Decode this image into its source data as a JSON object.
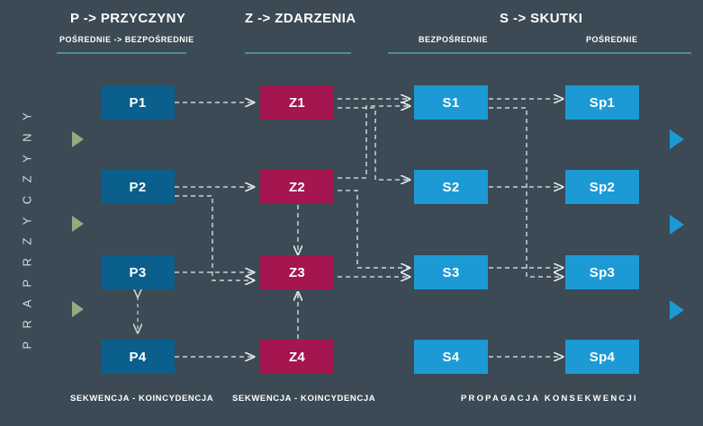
{
  "diagram": {
    "background_color": "#3b4a54",
    "rail_label": "P R A P R Z Y C Z Y N Y",
    "colors": {
      "cause_box": "#0a5f8c",
      "event_box": "#a5154f",
      "effect_box": "#1b9ad6",
      "rule_line": "#4e8f88",
      "connector": "#e8edf0",
      "outline_arrow": "#8fae7e"
    }
  },
  "sections": [
    {
      "title": "P -> PRZYCZYNY",
      "subtitles": [
        "POŚREDNIE -> BEZPOŚREDNIE"
      ]
    },
    {
      "title": "Z -> ZDARZENIA",
      "subtitles": []
    },
    {
      "title": "S -> SKUTKI",
      "subtitles": [
        "BEZPOŚREDNIE",
        "POŚREDNIE"
      ]
    }
  ],
  "nodes": {
    "causes": [
      {
        "label": "P1"
      },
      {
        "label": "P2"
      },
      {
        "label": "P3"
      },
      {
        "label": "P4"
      }
    ],
    "events": [
      {
        "label": "Z1"
      },
      {
        "label": "Z2"
      },
      {
        "label": "Z3"
      },
      {
        "label": "Z4"
      }
    ],
    "effects": [
      {
        "label": "S1"
      },
      {
        "label": "S2"
      },
      {
        "label": "S3"
      },
      {
        "label": "S4"
      }
    ],
    "far_effects": [
      {
        "label": "Sp1"
      },
      {
        "label": "Sp2"
      },
      {
        "label": "Sp3"
      },
      {
        "label": "Sp4"
      }
    ]
  },
  "footers": [
    {
      "label": "SEKWENCJA  -  KOINCYDENCJA"
    },
    {
      "label": "SEKWENCJA - KOINCYDENCJA"
    },
    {
      "label": "PROPAGACJA KONSEKWENCJI"
    }
  ]
}
